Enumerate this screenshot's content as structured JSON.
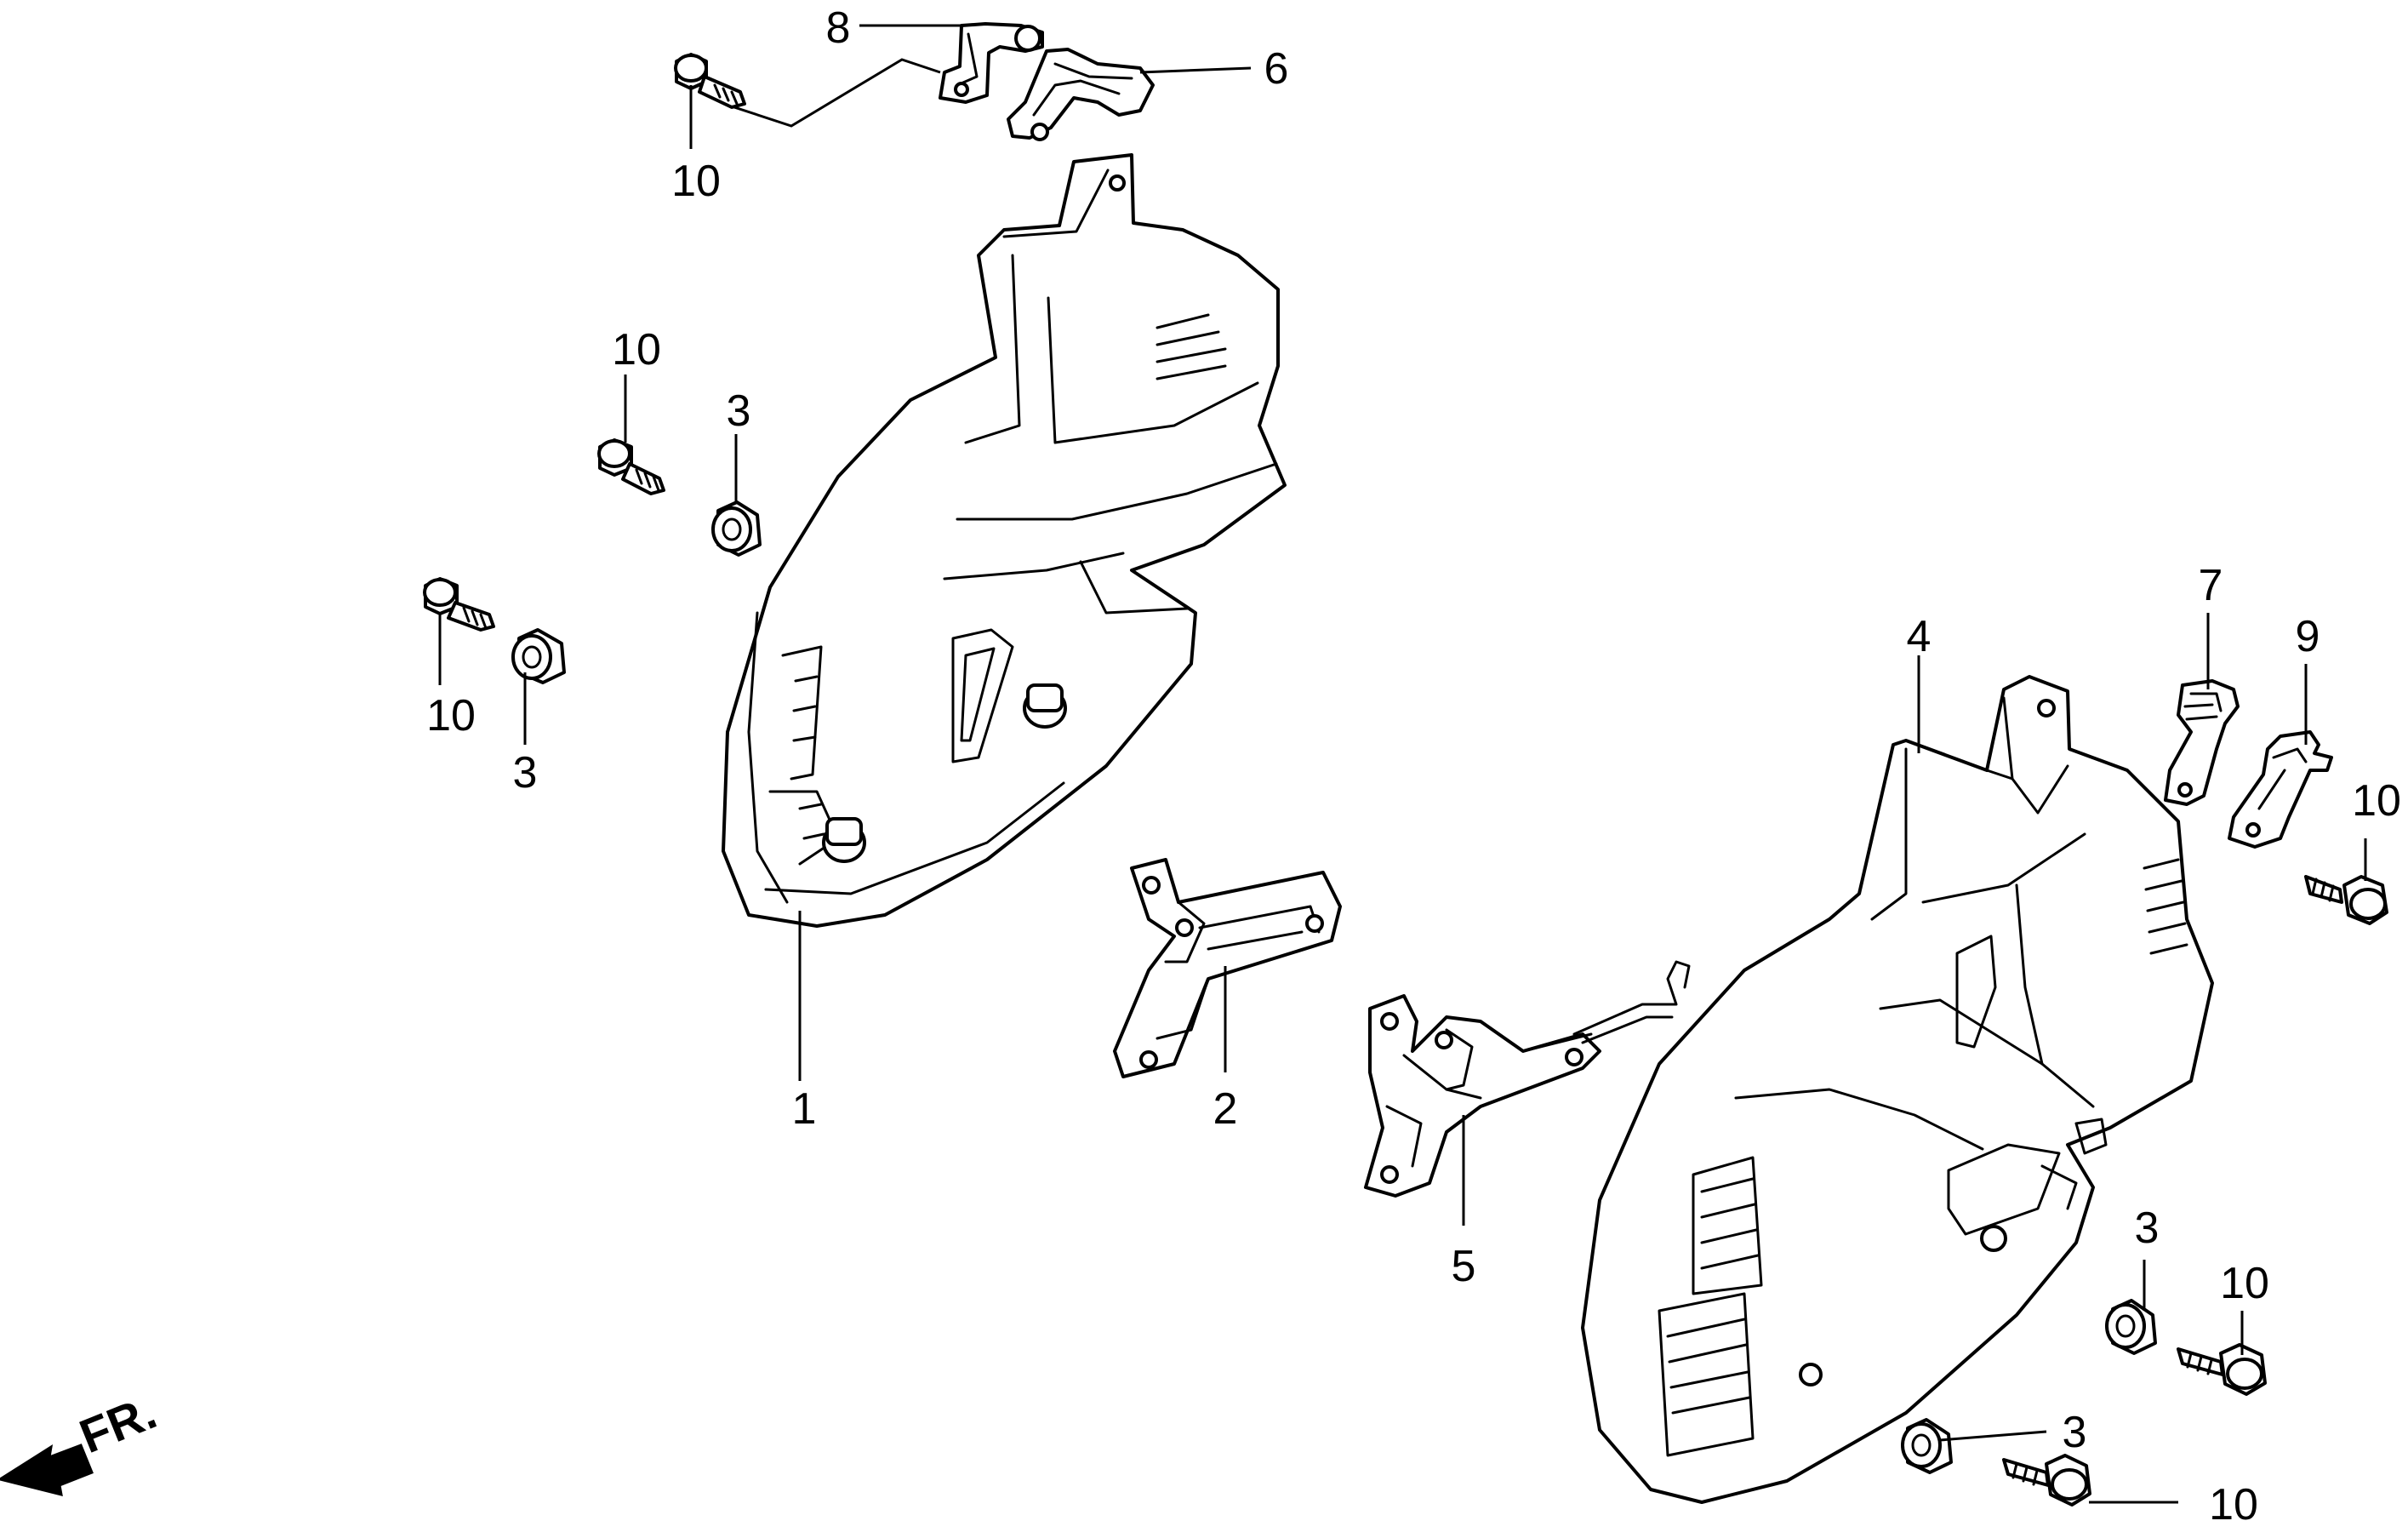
{
  "colors": {
    "line": "#000000",
    "paper": "#ffffff"
  },
  "direction": {
    "text": "FR.",
    "icon": "arrow-left-icon"
  },
  "callouts": [
    "1",
    "2",
    "3",
    "3",
    "3",
    "3",
    "4",
    "5",
    "6",
    "7",
    "8",
    "9",
    "10",
    "10",
    "10",
    "10",
    "10",
    "10"
  ]
}
